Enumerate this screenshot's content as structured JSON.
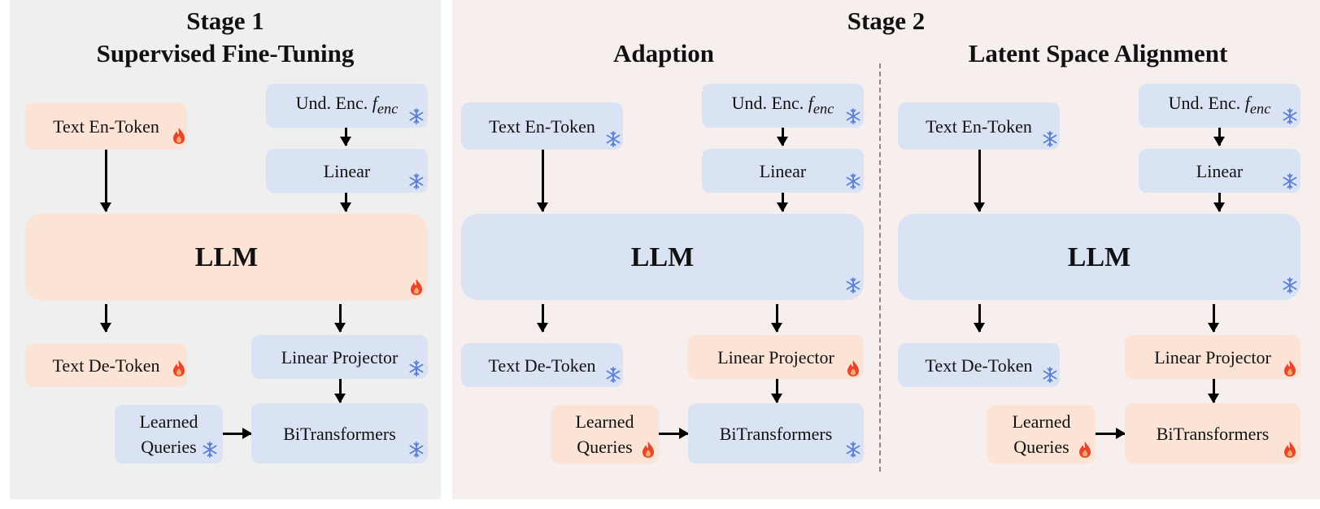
{
  "stage1": {
    "title": "Stage 1",
    "subtitle": "Supervised Fine-Tuning",
    "text_en_token": "Text En-Token",
    "und_enc": "Und. Enc.",
    "enc_symbol": "f",
    "enc_subscript": "enc",
    "linear": "Linear",
    "llm": "LLM",
    "text_de_token": "Text De-Token",
    "linear_projector": "Linear Projector",
    "learned_queries_line1": "Learned",
    "learned_queries_line2": "Queries",
    "bitransformers": "BiTransformers"
  },
  "stage2": {
    "title": "Stage 2",
    "adaption": {
      "title": "Adaption",
      "text_en_token": "Text En-Token",
      "und_enc": "Und. Enc.",
      "enc_symbol": "f",
      "enc_subscript": "enc",
      "linear": "Linear",
      "llm": "LLM",
      "text_de_token": "Text De-Token",
      "linear_projector": "Linear Projector",
      "learned_queries_line1": "Learned",
      "learned_queries_line2": "Queries",
      "bitransformers": "BiTransformers"
    },
    "alignment": {
      "title": "Latent Space Alignment",
      "text_en_token": "Text En-Token",
      "und_enc": "Und. Enc.",
      "enc_symbol": "f",
      "enc_subscript": "enc",
      "linear": "Linear",
      "llm": "LLM",
      "text_de_token": "Text De-Token",
      "linear_projector": "Linear Projector",
      "learned_queries_line1": "Learned",
      "learned_queries_line2": "Queries",
      "bitransformers": "BiTransformers"
    }
  },
  "legend_icons": {
    "trainable": "fire-icon",
    "frozen": "snowflake-icon"
  },
  "colors": {
    "frozen_box": "#dae3f3",
    "trainable_box": "#fbe4d6",
    "fire": "#e8452c",
    "snowflake": "#5b7fd6"
  }
}
